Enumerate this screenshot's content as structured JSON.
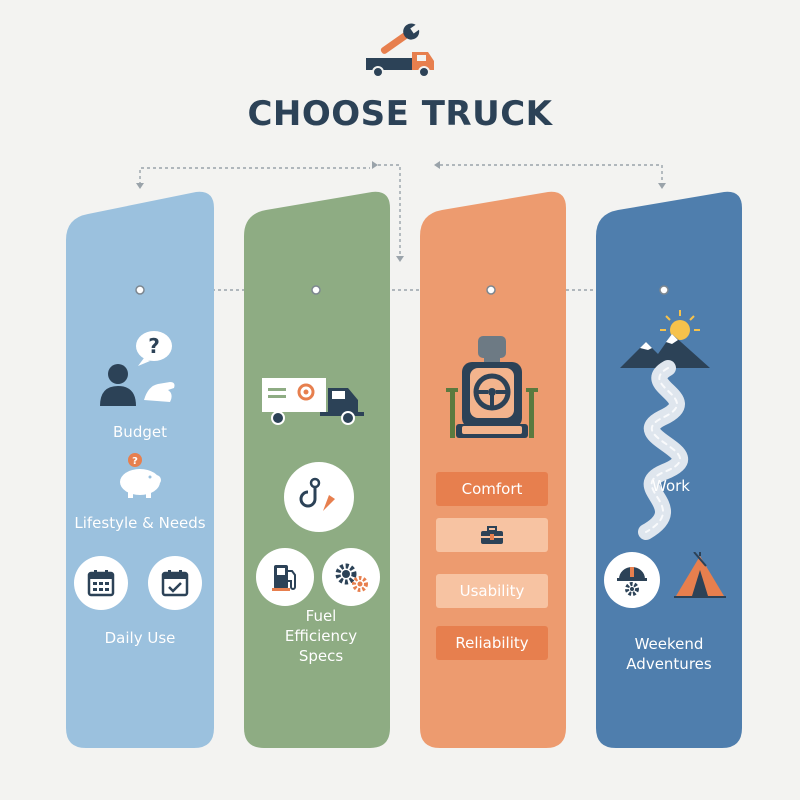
{
  "header": {
    "title": "CHOOSE TRUCK",
    "logo_icon": "truck-wrench-icon"
  },
  "colors": {
    "background": "#f3f3f1",
    "title": "#2c4257",
    "column_1": "#9bc1de",
    "column_2": "#8eac83",
    "column_3": "#ed9b6f",
    "column_4": "#4f7ead",
    "tag_dark": "#e77f4e",
    "tag_light": "#f7c3a2"
  },
  "columns": [
    {
      "items": [
        {
          "icon": "person-question-icon",
          "label": "Budget"
        },
        {
          "icon": "piggy-bank-icon",
          "label": "Lifestyle & Needs"
        },
        {
          "icons": [
            "calendar-icon",
            "calendar-check-icon"
          ],
          "label": "Daily Use"
        }
      ]
    },
    {
      "items": [
        {
          "icon": "cargo-truck-icon"
        },
        {
          "icon": "tow-hook-icon"
        },
        {
          "icons": [
            "fuel-pump-icon",
            "gears-icon"
          ],
          "label_line1": "Fuel",
          "label_line2": "Efficiency",
          "label_line3": "Specs"
        }
      ]
    },
    {
      "items": [
        {
          "icon": "car-seat-steering-icon"
        }
      ],
      "tags": [
        "Comfort",
        "",
        "Usability",
        "Reliability"
      ],
      "tag_icon": "toolbox-icon"
    },
    {
      "items": [
        {
          "icon": "mountain-road-icon",
          "label": "Work"
        },
        {
          "icons": [
            "hardhat-gear-icon",
            "tent-icon"
          ],
          "label_line1": "Weekend",
          "label_line2": "Adventures"
        }
      ]
    }
  ]
}
